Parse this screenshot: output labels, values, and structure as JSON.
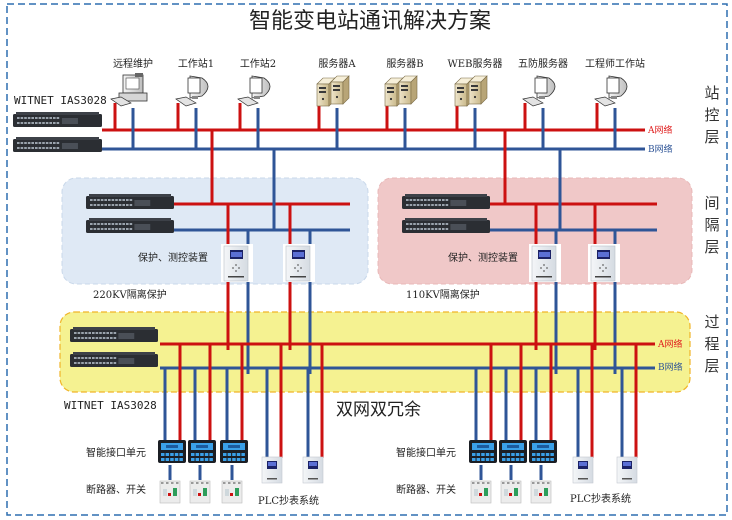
{
  "title": "智能变电站通讯解决方案",
  "colors": {
    "network_a": "#cc1111",
    "network_b": "#2f5597",
    "border": "#2f6fb0",
    "bay_220_bg": "#dfe9f5",
    "bay_110_bg": "#f0c8c8",
    "process_bg": "#f5f291",
    "process_border": "#f0b428"
  },
  "layers": [
    {
      "label": "站控层",
      "chars": [
        "站",
        "控",
        "层"
      ]
    },
    {
      "label": "间隔层",
      "chars": [
        "间",
        "隔",
        "层"
      ]
    },
    {
      "label": "过程层",
      "chars": [
        "过",
        "程",
        "层"
      ]
    }
  ],
  "station_layer": {
    "switch_model": "WITNET IAS3028",
    "network_a_label": "A网络",
    "network_b_label": "B网络",
    "devices": [
      {
        "label": "远程维护",
        "icon": "desktop-pc-icon"
      },
      {
        "label": "工作站1",
        "icon": "workstation-icon"
      },
      {
        "label": "工作站2",
        "icon": "workstation-icon"
      },
      {
        "label": "服务器A",
        "icon": "server-icon"
      },
      {
        "label": "服务器B",
        "icon": "server-icon"
      },
      {
        "label": "WEB服务器",
        "icon": "server-icon"
      },
      {
        "label": "五防服务器",
        "icon": "workstation-icon"
      },
      {
        "label": "工程师工作站",
        "icon": "workstation-icon"
      }
    ]
  },
  "bay_layer": {
    "groups": [
      {
        "name": "220KV隔离保护",
        "device_label": "保护、测控装置"
      },
      {
        "name": "110KV隔离保护",
        "device_label": "保护、测控装置"
      }
    ]
  },
  "process_layer": {
    "switch_model": "WITNET IAS3028",
    "network_a_label": "A网络",
    "network_b_label": "B网络",
    "redundancy_label": "双网双冗余",
    "groups": [
      {
        "interface_label": "智能接口单元",
        "breaker_label": "断路器、开关",
        "plc_label": "PLC抄表系统"
      },
      {
        "interface_label": "智能接口单元",
        "breaker_label": "断路器、开关",
        "plc_label": "PLC抄表系统"
      }
    ]
  }
}
